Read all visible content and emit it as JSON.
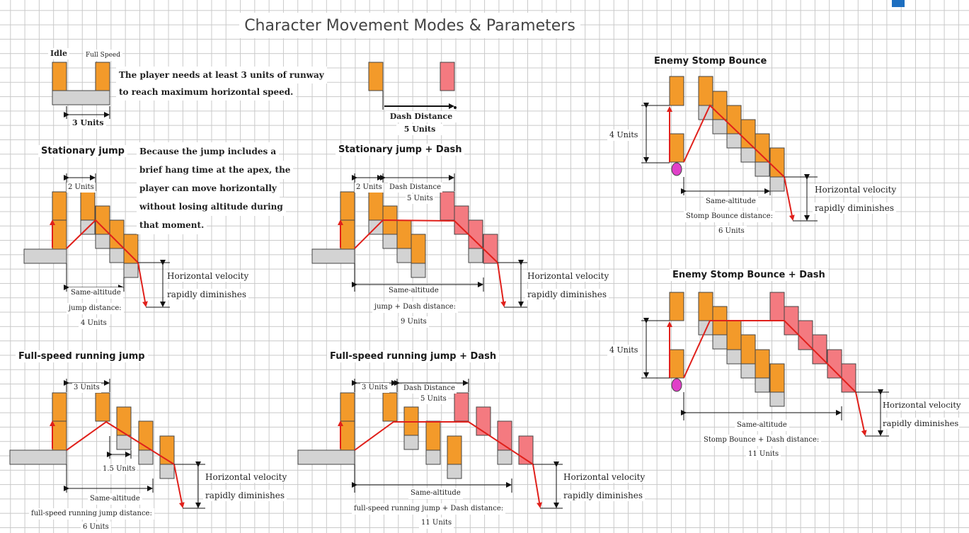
{
  "title": "Character Movement Modes & Parameters",
  "colors": {
    "orange": "#f39a2a",
    "pink": "#f47a80",
    "gray": "#d3d3d3",
    "arrow": "#e0201b",
    "stomp": "#e040c8"
  },
  "intro": {
    "idle": "Idle",
    "full_speed": "Full Speed",
    "text_line1": "The player needs at least 3 units of runway",
    "text_line2": "to reach maximum horizontal speed.",
    "units": "3 Units"
  },
  "dash": {
    "label": "Dash Distance",
    "units": "5 Units"
  },
  "stationary_jump": {
    "heading": "Stationary jump",
    "para_l1": "Because the jump includes a",
    "para_l2": "brief hang time at the apex, the",
    "para_l3": "player can move horizontally",
    "para_l4": "without losing altitude during",
    "para_l5": "that moment.",
    "apex_units": "2 Units",
    "same_alt": "Same-altitude",
    "dist_label": "jump distance:",
    "dist_units": "4 Units",
    "hv1": "Horizontal velocity",
    "hv2": "rapidly diminishes"
  },
  "stationary_jump_dash": {
    "heading": "Stationary jump + Dash",
    "apex_units": "2 Units",
    "dash_label": "Dash Distance",
    "dash_units": "5 Units",
    "same_alt": "Same-altitude",
    "dist_label": "jump + Dash distance:",
    "dist_units": "9 Units",
    "hv1": "Horizontal velocity",
    "hv2": "rapidly diminishes"
  },
  "running_jump": {
    "heading": "Full-speed running jump",
    "apex_units": "3 Units",
    "step_units": "1.5 Units",
    "same_alt": "Same-altitude",
    "dist_label": "full-speed running jump distance:",
    "dist_units": "6 Units",
    "hv1": "Horizontal velocity",
    "hv2": "rapidly diminishes"
  },
  "running_jump_dash": {
    "heading": "Full-speed running jump + Dash",
    "apex_units": "3 Units",
    "dash_label": "Dash Distance",
    "dash_units": "5 Units",
    "same_alt": "Same-altitude",
    "dist_label": "full-speed running jump + Dash distance:",
    "dist_units": "11 Units",
    "hv1": "Horizontal velocity",
    "hv2": "rapidly diminishes"
  },
  "stomp": {
    "heading": "Enemy Stomp Bounce",
    "height": "4 Units",
    "same_alt": "Same-altitude",
    "dist_label": "Stomp Bounce distance:",
    "dist_units": "6 Units",
    "hv1": "Horizontal velocity",
    "hv2": "rapidly diminishes"
  },
  "stomp_dash": {
    "heading": "Enemy Stomp Bounce + Dash",
    "height": "4 Units",
    "same_alt": "Same-altitude",
    "dist_label": "Stomp Bounce + Dash distance:",
    "dist_units": "11 Units",
    "hv1": "Horizontal velocity",
    "hv2": "rapidly diminishes"
  }
}
